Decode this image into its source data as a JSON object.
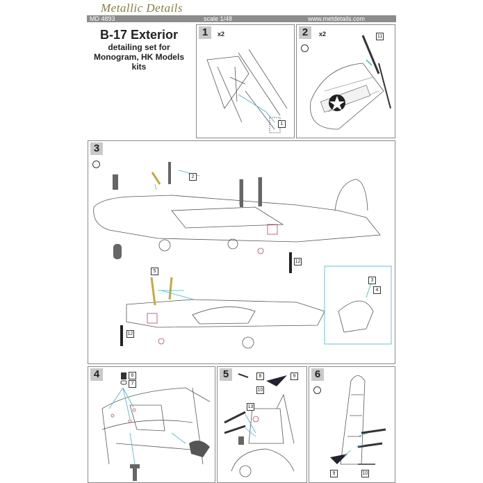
{
  "header": {
    "brand": "Metallic Details",
    "code": "MD 4893",
    "scale": "scale 1/48",
    "url": "www.metdetails.com"
  },
  "title": {
    "main": "B-17 Exterior",
    "line1": "detailing set for",
    "line2": "Monogram, HK Models kits"
  },
  "steps": [
    {
      "number": "1",
      "quantity": "x2",
      "parts": [
        "1"
      ]
    },
    {
      "number": "2",
      "quantity": "x2",
      "parts": [
        "11"
      ]
    },
    {
      "number": "3",
      "parts": [
        "2",
        "12",
        "5",
        "3",
        "4",
        "12"
      ]
    },
    {
      "number": "4",
      "parts": [
        "6",
        "7"
      ]
    },
    {
      "number": "5",
      "parts": [
        "8",
        "9",
        "10",
        "13"
      ]
    },
    {
      "number": "6",
      "parts": [
        "9",
        "10"
      ]
    }
  ],
  "colors": {
    "bar": "#8c8c8c",
    "brand": "#8a7a40",
    "leader": "#3fb2cf",
    "part": "#e8c84a"
  }
}
